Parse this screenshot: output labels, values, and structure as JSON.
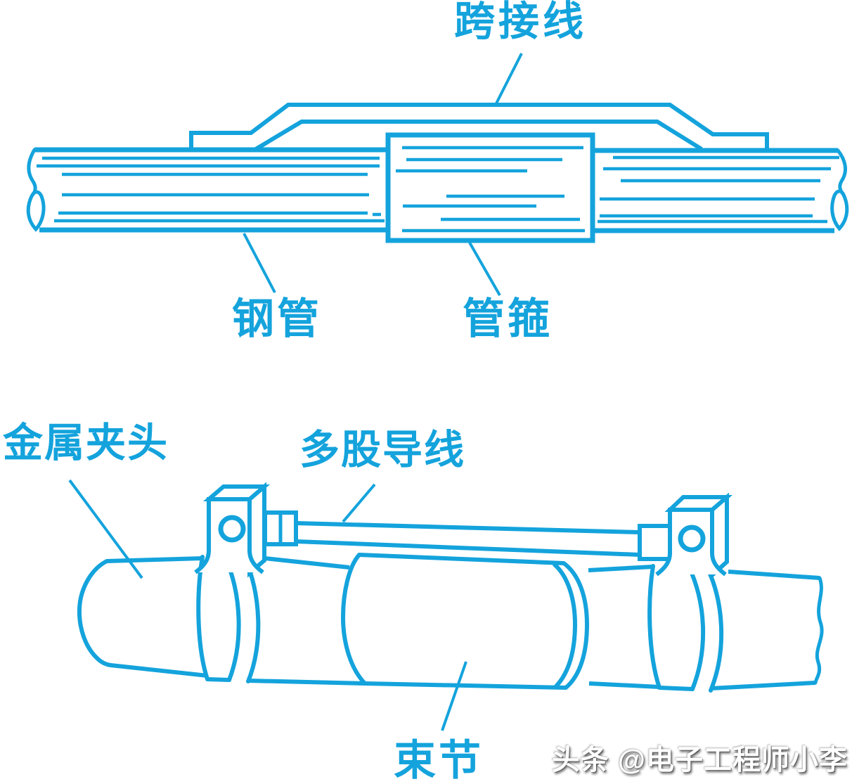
{
  "colors": {
    "accent": "#14A3DC",
    "background": "#FFFFFF",
    "watermark_fill": "#FFFFFF",
    "watermark_shadow": "#6E6E6E"
  },
  "top_figure": {
    "labels": {
      "jumper_wire": "跨接线",
      "steel_pipe": "钢管",
      "pipe_clamp": "管箍"
    }
  },
  "bottom_figure": {
    "labels": {
      "metal_clamp_head": "金属夹头",
      "stranded_wire": "多股导线",
      "coupling": "束节"
    }
  },
  "watermark": {
    "text": "头条 @电子工程师小李"
  }
}
